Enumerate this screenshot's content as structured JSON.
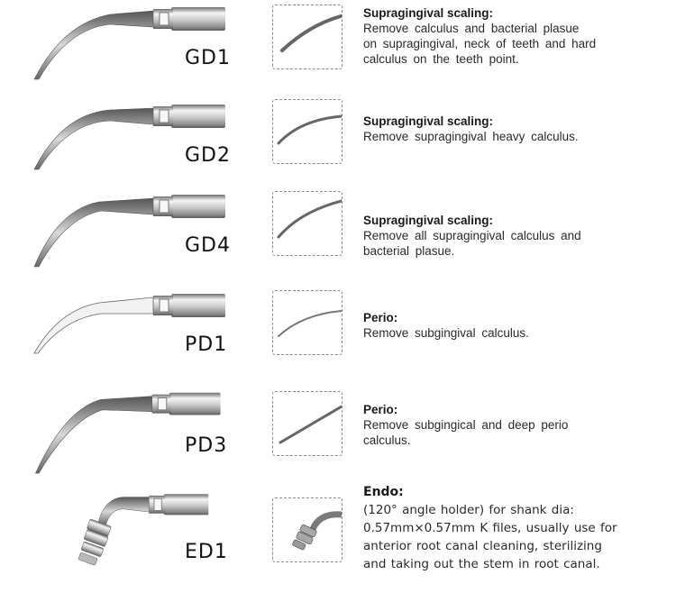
{
  "tips": [
    {
      "code": "GD1",
      "title": "Supragingival scaling:",
      "lines": [
        "Remove calculus and bacterial plasue",
        "on supragingival, neck of teeth and hard",
        "calculus on the teeth point."
      ]
    },
    {
      "code": "GD2",
      "title": "Supragingival scaling:",
      "lines": [
        "Remove supragingival heavy calculus."
      ]
    },
    {
      "code": "GD4",
      "title": "Supragingival scaling:",
      "lines": [
        "Remove all supragingival calculus and",
        "bacterial plasue."
      ]
    },
    {
      "code": "PD1",
      "title": "Perio:",
      "lines": [
        "Remove subgingival calculus."
      ]
    },
    {
      "code": "PD3",
      "title": "Perio:",
      "lines": [
        "Remove subgingical and deep perio",
        "calculus."
      ]
    },
    {
      "code": "ED1",
      "title": "Endo:",
      "lines": [
        "(120° angle holder) for shank dia:",
        "0.57mm×0.57mm K files, usually use for",
        "anterior root canal cleaning, sterilizing",
        "and taking out the stem in root canal."
      ]
    }
  ],
  "colors": {
    "metal_light": "#e9e9e9",
    "metal_mid": "#b5b5b5",
    "metal_dark": "#6f6f6f",
    "dashed_border": "#8a8a8a"
  },
  "icons": [
    "scaler-tip-icon",
    "tip-closeup-icon"
  ]
}
